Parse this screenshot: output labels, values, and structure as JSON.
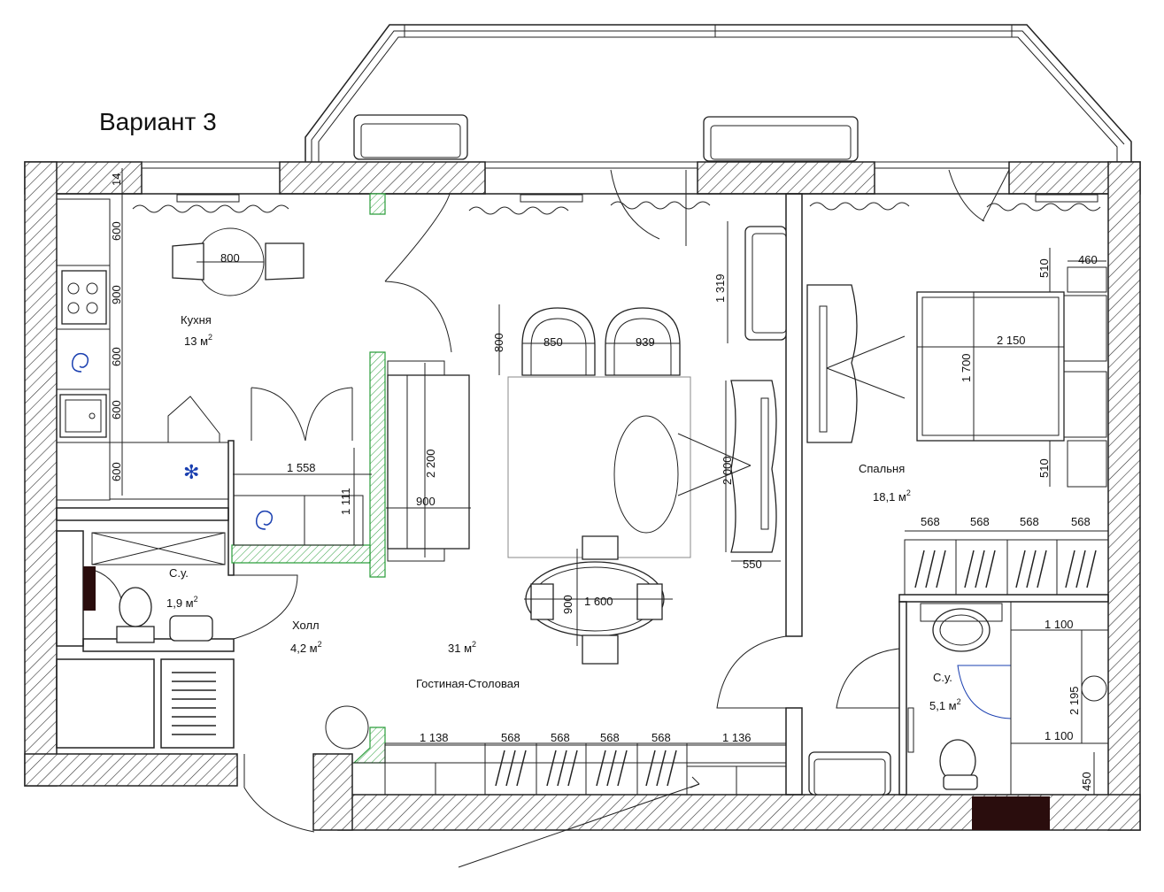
{
  "title": "Вариант 3",
  "rooms": {
    "kitchen": {
      "name": "Кухня",
      "area": "13 м",
      "sup": "2"
    },
    "hall": {
      "name": "Холл",
      "area": "4,2 м",
      "sup": "2"
    },
    "bath1": {
      "name": "С.у.",
      "area": "1,9 м",
      "sup": "2"
    },
    "living": {
      "name": "Гостиная-Столовая",
      "area": "31 м",
      "sup": "2"
    },
    "bedroom": {
      "name": "Спальня",
      "area": "18,1 м",
      "sup": "2"
    },
    "bath2": {
      "name": "С.у.",
      "area": "5,1 м",
      "sup": "2"
    }
  },
  "dims": {
    "d14": "14",
    "k600a": "600",
    "k900": "900",
    "k600b": "600",
    "k600c": "600",
    "k600d": "600",
    "table800": "800",
    "hall1558": "1 558",
    "hall1111": "1 111",
    "sofa2200": "2 200",
    "sofa900": "900",
    "chair800": "800",
    "chair850": "850",
    "chair939": "939",
    "sofa1319": "1 319",
    "tv2000": "2 000",
    "tv550": "550",
    "table1600": "1 600",
    "table900": "900",
    "bed510a": "510",
    "bed460": "460",
    "bed2150": "2 150",
    "bed1700": "1 700",
    "bed510b": "510",
    "w568a": "568",
    "w568b": "568",
    "w568c": "568",
    "w568d": "568",
    "b1100a": "1 100",
    "b2195": "2 195",
    "b1100b": "1 100",
    "b450": "450",
    "l1138": "1 138",
    "l568a": "568",
    "l568b": "568",
    "l568c": "568",
    "l568d": "568",
    "l1136": "1 136"
  }
}
